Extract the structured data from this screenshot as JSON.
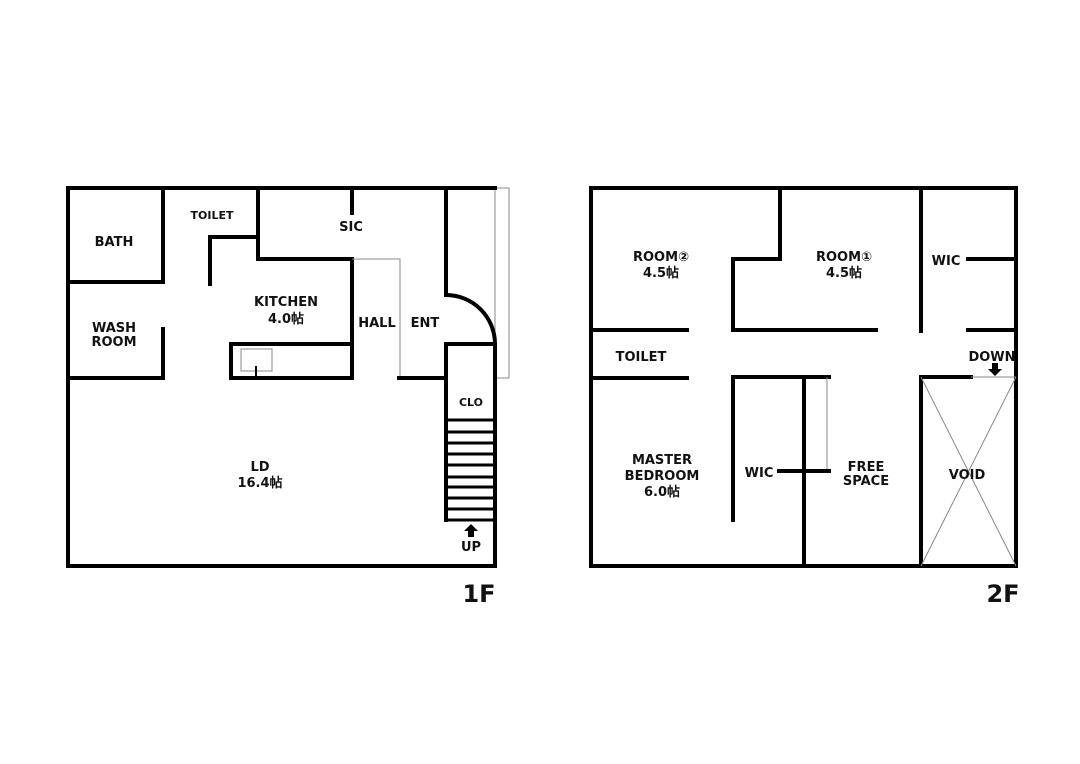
{
  "floor1": {
    "label": "1F",
    "rooms": {
      "bath": "BATH",
      "toilet": "TOILET",
      "sic": "SIC",
      "kitchen": "KITCHEN",
      "kitchen_size": "4.0帖",
      "wash_1": "WASH",
      "wash_2": "ROOM",
      "hall": "HALL",
      "ent": "ENT",
      "clo": "CLO",
      "ld": "LD",
      "ld_size": "16.4帖",
      "up": "UP"
    }
  },
  "floor2": {
    "label": "2F",
    "rooms": {
      "room2": "ROOM②",
      "room2_size": "4.5帖",
      "room1": "ROOM①",
      "room1_size": "4.5帖",
      "wic_upper": "WIC",
      "toilet": "TOILET",
      "down": "DOWN",
      "master_1": "MASTER",
      "master_2": "BEDROOM",
      "master_size": "6.0帖",
      "wic_lower": "WIC",
      "free_1": "FREE",
      "free_2": "SPACE",
      "void": "VOID"
    }
  }
}
